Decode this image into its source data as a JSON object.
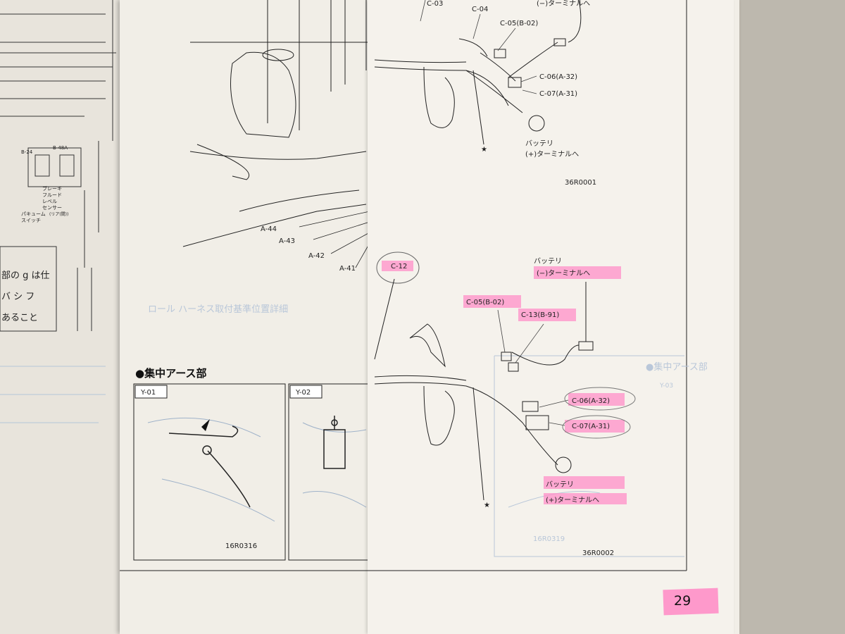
{
  "page_number": "29",
  "left_page": {
    "switch_labels": [
      "B-24",
      "B-48A",
      "ブレーキ",
      "フルード",
      "レベル",
      "センサー",
      "パキューム",
      "スイッチ",
      "(リア(間))"
    ],
    "note_lines": [
      "部の g は仕",
      "バ シ フ",
      "あること"
    ]
  },
  "upper_diagram": {
    "labels": [
      "C-03",
      "C-04",
      "C-05(B-02)",
      "(−)ターミナルへ",
      "C-06(A-32)",
      "C-07(A-31)",
      "バッテリ",
      "(+)ターミナルへ",
      "★"
    ],
    "code": "36R0001",
    "bottom_labels": [
      "A-44",
      "A-43",
      "A-42",
      "A-41"
    ]
  },
  "lower_diagram": {
    "labels": [
      "C-12",
      "バッテリ",
      "(−)ターミナルへ",
      "C-05(B-02)",
      "C-13(B-91)",
      "C-06(A-32)",
      "C-07(A-31)",
      "バッテリ",
      "(+)ターミナルへ",
      "★"
    ],
    "code": "36R0002"
  },
  "ground_section": {
    "title": "●集中アース部",
    "panels": [
      "Y-01",
      "Y-02"
    ],
    "code": "16R0316"
  },
  "ghost_text": {
    "top": "ロール ハーネス取付基準位置詳細",
    "right_title": "●集中アース部",
    "right_panel": "Y-03",
    "right_code": "16R0319"
  }
}
